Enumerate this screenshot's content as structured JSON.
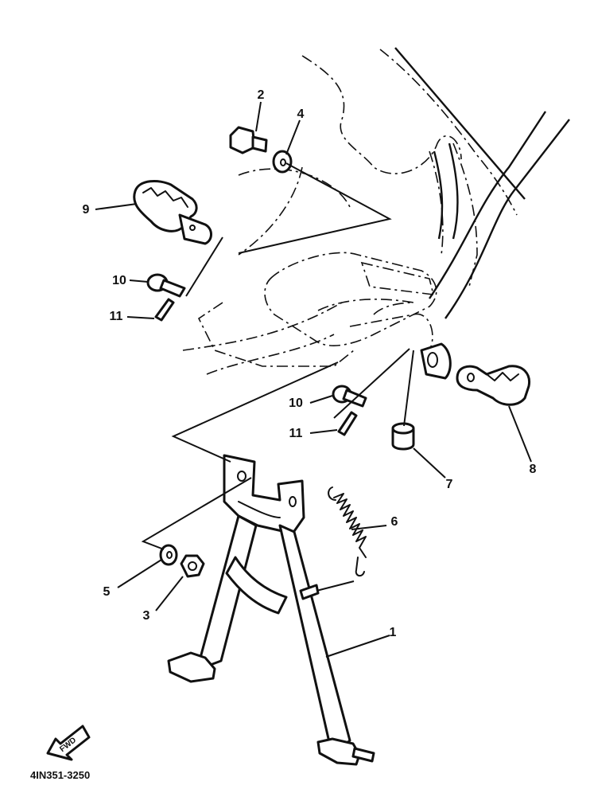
{
  "diagram": {
    "part_callouts": [
      {
        "id": "1",
        "label": "1"
      },
      {
        "id": "2",
        "label": "2"
      },
      {
        "id": "3",
        "label": "3"
      },
      {
        "id": "4",
        "label": "4"
      },
      {
        "id": "5",
        "label": "5"
      },
      {
        "id": "6",
        "label": "6"
      },
      {
        "id": "7",
        "label": "7"
      },
      {
        "id": "8",
        "label": "8"
      },
      {
        "id": "9",
        "label": "9"
      },
      {
        "id": "10a",
        "label": "10"
      },
      {
        "id": "10b",
        "label": "10"
      },
      {
        "id": "11a",
        "label": "11"
      },
      {
        "id": "11b",
        "label": "11"
      }
    ],
    "direction_badge": "FWD",
    "drawing_code": "4IN351-3250"
  }
}
